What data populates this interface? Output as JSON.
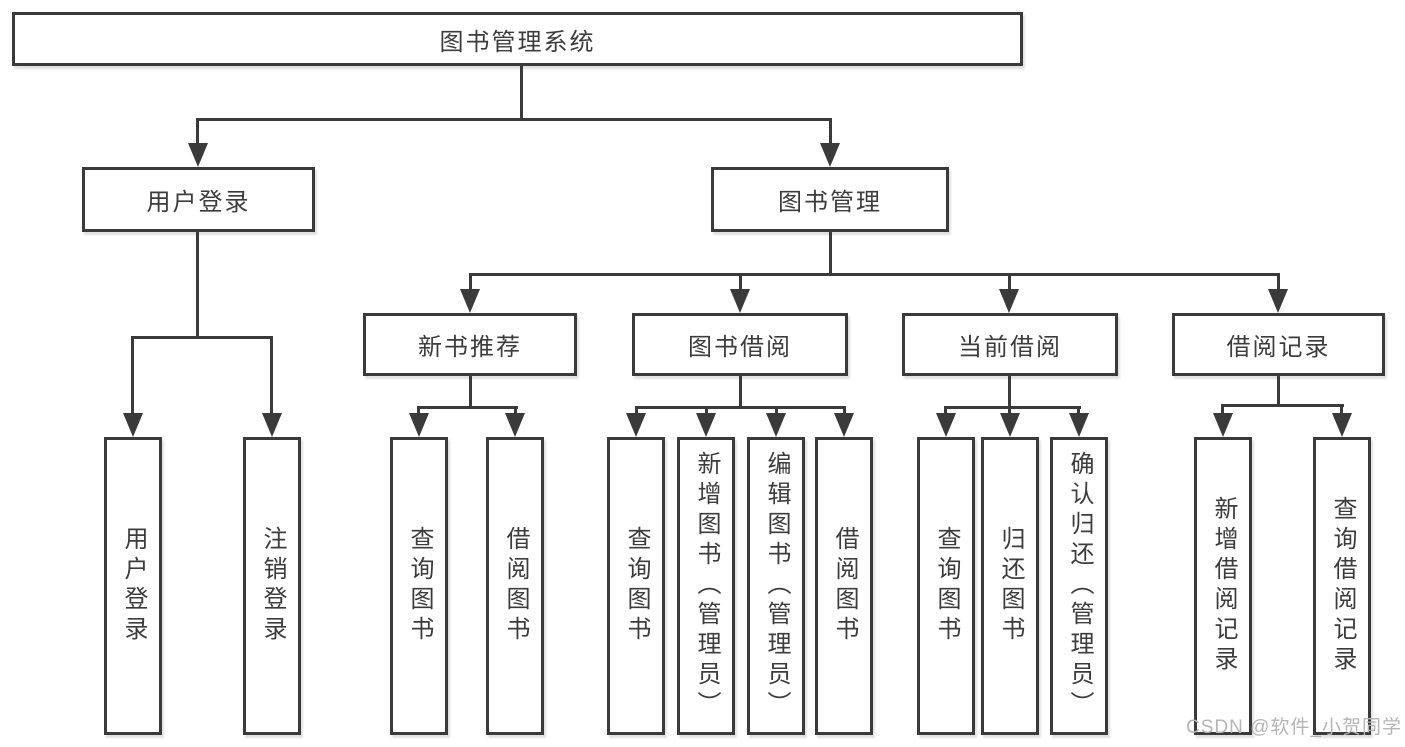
{
  "diagram": {
    "root": {
      "label": "图书管理系统"
    },
    "user_login": {
      "label": "用户登录",
      "children": [
        {
          "label": "用户登录"
        },
        {
          "label": "注销登录"
        }
      ]
    },
    "book_mgmt": {
      "label": "图书管理",
      "sections": [
        {
          "label": "新书推荐",
          "children": [
            {
              "label": "查询图书"
            },
            {
              "label": "借阅图书"
            }
          ]
        },
        {
          "label": "图书借阅",
          "children": [
            {
              "label": "查询图书"
            },
            {
              "label": "新增图书（管理员）"
            },
            {
              "label": "编辑图书（管理员）"
            },
            {
              "label": "借阅图书"
            }
          ]
        },
        {
          "label": "当前借阅",
          "children": [
            {
              "label": "查询图书"
            },
            {
              "label": "归还图书"
            },
            {
              "label": "确认归还（管理员）"
            }
          ]
        },
        {
          "label": "借阅记录",
          "children": [
            {
              "label": "新增借阅记录"
            },
            {
              "label": "查询借阅记录"
            }
          ]
        }
      ]
    },
    "watermark": "CSDN @软件_小贺同学",
    "colors": {
      "line": "#3a3a3a",
      "text": "#3c3c3c",
      "watermark": "#b5b5b5",
      "background": "#ffffff"
    }
  }
}
